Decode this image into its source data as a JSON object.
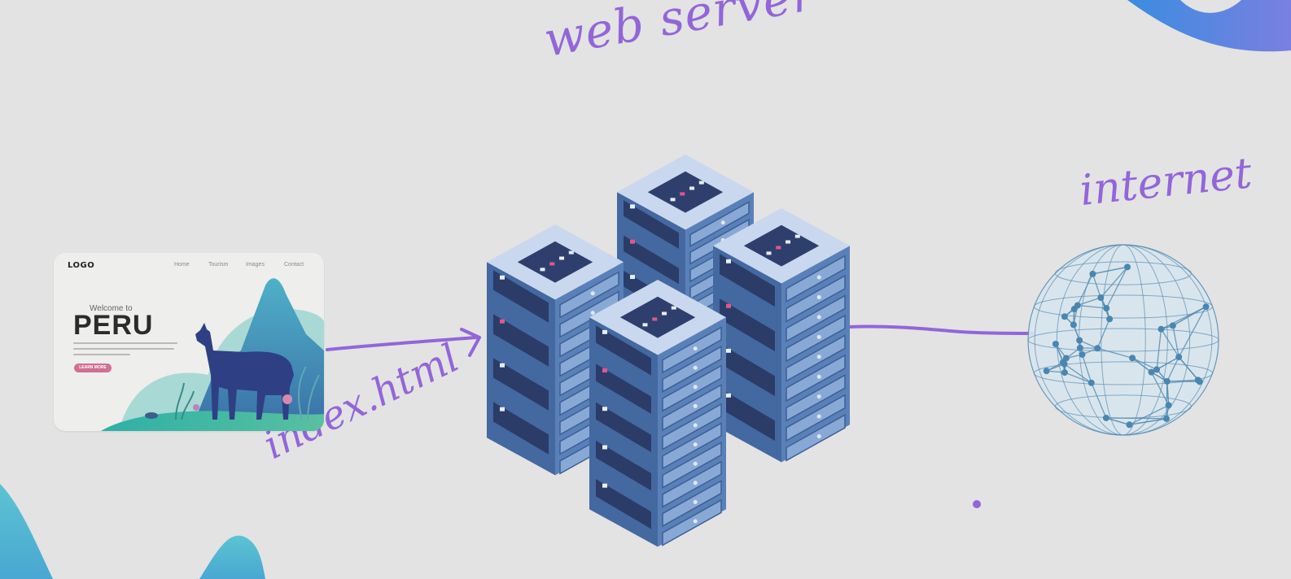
{
  "annotations": {
    "web_server": "web server",
    "internet": "internet",
    "file": "index.html"
  },
  "website_mockup": {
    "logo": "LOGO",
    "nav": [
      "Home",
      "Tourism",
      "Images",
      "Contact"
    ],
    "welcome": "Welcome to",
    "headline": "PERU",
    "cta": "LEARN MORE"
  },
  "colors": {
    "background": "#e3e3e3",
    "pen": "#9266d8",
    "server_face": "#4a6fa5",
    "server_top": "#c9d8ee",
    "globe": "#5a8fb5"
  }
}
